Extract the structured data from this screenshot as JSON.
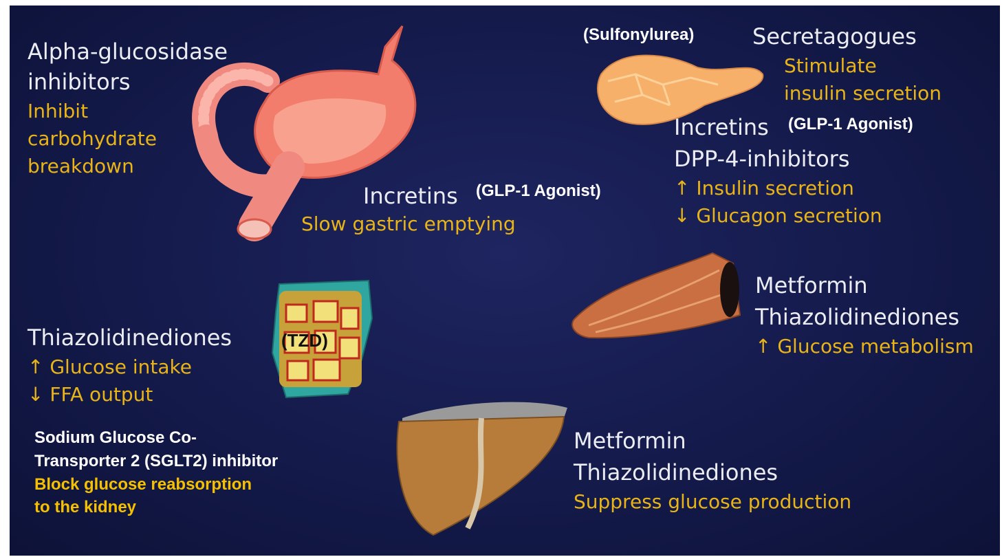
{
  "stomach": {
    "title_line1": "Alpha-glucosidase",
    "title_line2": "inhibitors",
    "effect_line1": "Inhibit",
    "effect_line2": "carbohydrate",
    "effect_line3": "breakdown",
    "incretins_label": "Incretins",
    "incretins_note": "(GLP-1 Agonist)",
    "incretins_effect": "Slow gastric emptying"
  },
  "pancreas": {
    "sulfonylurea_note": "(Sulfonylurea)",
    "secretagogues_label": "Secretagogues",
    "secretagogues_effect_line1": "Stimulate",
    "secretagogues_effect_line2": "insulin secretion",
    "incretins_label": "Incretins",
    "incretins_note": "(GLP-1 Agonist)",
    "dpp4_label": "DPP-4-inhibitors",
    "effect_insulin": "↑ Insulin secretion",
    "effect_glucagon": "↓ Glucagon secretion"
  },
  "muscle": {
    "drug_line1": "Metformin",
    "drug_line2": "Thiazolidinediones",
    "effect": "↑ Glucose metabolism"
  },
  "adipose": {
    "drug": "Thiazolidinediones",
    "tzd_label": "(TZD)",
    "effect_glucose": "↑ Glucose intake",
    "effect_ffa": "↓ FFA output"
  },
  "kidney": {
    "drug_line1": "Sodium Glucose Co-",
    "drug_line2": "Transporter 2 (SGLT2) inhibitor",
    "effect_line1": "Block glucose reabsorption",
    "effect_line2": "to the kidney"
  },
  "liver": {
    "drug_line1": "Metformin",
    "drug_line2": "Thiazolidinediones",
    "effect": "Suppress glucose production"
  },
  "colors": {
    "background": "#141a4a",
    "heading_text": "#ecedf2",
    "effect_text": "#e8b418",
    "highlight_text": "#f5c000"
  }
}
